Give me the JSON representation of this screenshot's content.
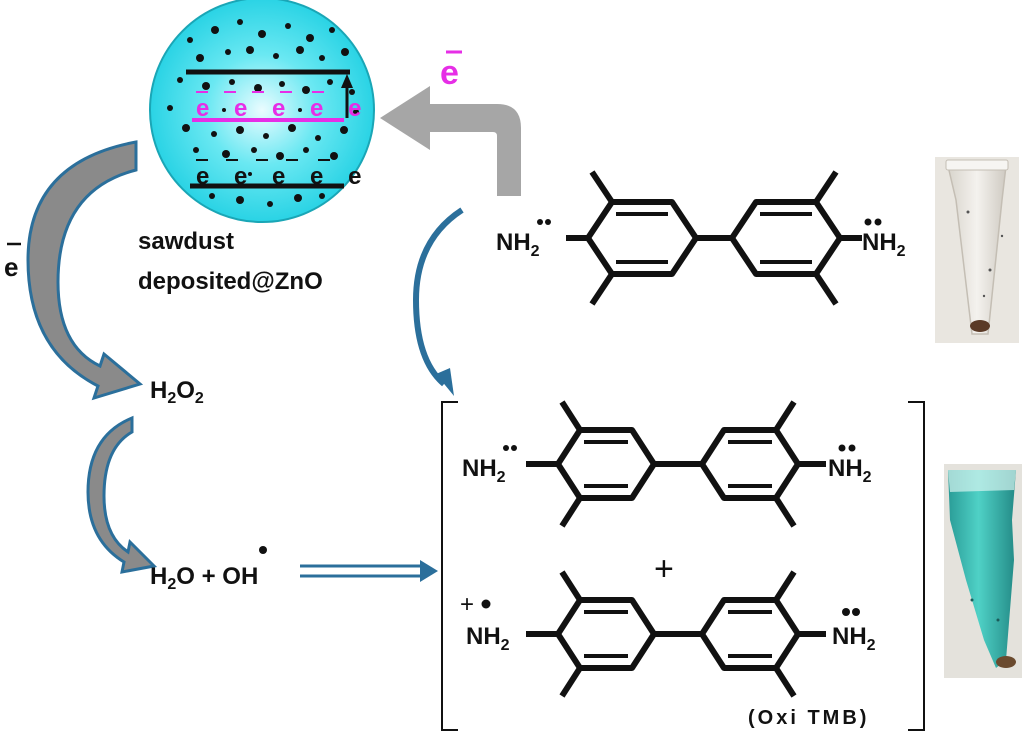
{
  "catalyst": {
    "label_line1": "sawdust",
    "label_line2": "deposited@ZnO",
    "electron_symbol": "e",
    "electron_row_top": "e e e e e",
    "electron_row_bottom": "e e e e e"
  },
  "electron_labels": {
    "top_arrow": "e",
    "left_arrow": "e"
  },
  "species": {
    "h2o2": {
      "H": "H",
      "sub1": "2",
      "O": "O",
      "sub2": "2"
    },
    "products": {
      "h": "H",
      "sub": "2",
      "rest": "O + ",
      "oh": "OH"
    }
  },
  "tmb": {
    "nh2_left": "NH",
    "nh2_right": "NH",
    "sub": "2"
  },
  "oxi_tmb": {
    "plus": "+",
    "label": "(Oxi TMB)"
  },
  "colors": {
    "sphere_fill": "#2fd8e8",
    "electron_magenta": "#e62ee6",
    "gray_arrow": "#a6a6a6",
    "blue_arrow": "#2b6f9b",
    "vial_blue": "#35b8b0"
  }
}
